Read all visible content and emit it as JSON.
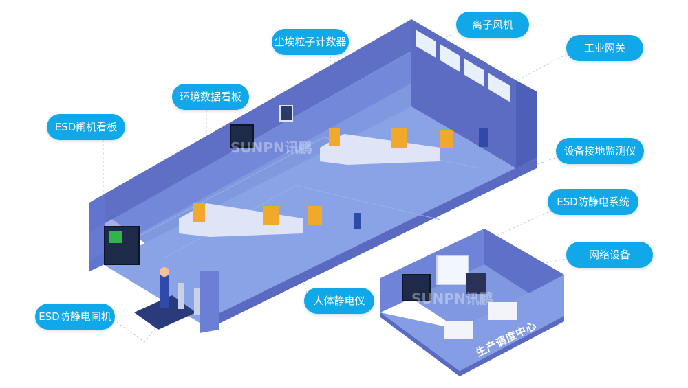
{
  "labels": {
    "dust_counter": "尘埃粒子计数器",
    "ion_fan": "离子风机",
    "industrial_gateway": "工业网关",
    "env_board": "环境数据看板",
    "esd_gate_board": "ESD闸机看板",
    "grounding_monitor": "设备接地监测仪",
    "esd_system": "ESD防静电系统",
    "network_device": "网络设备",
    "body_static_meter": "人体静电仪",
    "esd_gate": "ESD防静电闸机"
  },
  "watermark": "SUNPN讯鹏",
  "room_label": "生产调度中心",
  "colors": {
    "callout": "#10a8e8",
    "wall": "#6c7fd6",
    "floor": "#7d96df",
    "line": "#c9ced8"
  }
}
